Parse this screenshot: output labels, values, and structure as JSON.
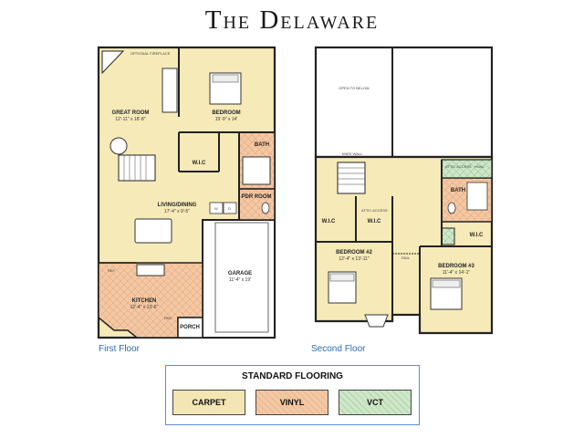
{
  "title": "The Delaware",
  "first_floor": {
    "caption": "First Floor",
    "rooms": {
      "great_room": {
        "name": "GREAT ROOM",
        "dims": "12'-11\" x 18'-8\""
      },
      "bedroom": {
        "name": "BEDROOM",
        "dims": "15'-9\" x 14'"
      },
      "wic": {
        "name": "W.I.C"
      },
      "bath": {
        "name": "BATH"
      },
      "living_dining": {
        "name": "LIVING/DINING",
        "dims": "17'-4\" x 9'-5\""
      },
      "pdr_room": {
        "name": "PDR ROOM"
      },
      "garage": {
        "name": "GARAGE",
        "dims": "11'-4\" x 19'"
      },
      "kitchen": {
        "name": "KITCHEN",
        "dims": "12'-4\" x 13'-6\""
      },
      "porch": {
        "name": "PORCH"
      }
    },
    "notes": {
      "fireplace": "OPTIONAL FIREPLACE",
      "ref": "REF",
      "pan": "PAN",
      "w": "W",
      "d": "D"
    }
  },
  "second_floor": {
    "caption": "Second Floor",
    "rooms": {
      "open_to_below": {
        "name": "OPEN TO BELOW"
      },
      "bath": {
        "name": "BATH"
      },
      "wic_left": {
        "name": "W.I.C"
      },
      "wic_mid": {
        "name": "W.I.C"
      },
      "wic_right": {
        "name": "W.I.C"
      },
      "bedroom2": {
        "name": "BEDROOM #2",
        "dims": "12'-4\" x 13'-11\""
      },
      "bedroom3": {
        "name": "BEDROOM #3",
        "dims": "11'-4\" x 14'-1\""
      }
    },
    "notes": {
      "knee_wall": "KNEE WALL",
      "attic_access_1": "ATTIC ACCESS",
      "attic_access_2": "ATTIC ACCESS",
      "hvac": "HVAC",
      "rail": "RAIL"
    }
  },
  "legend": {
    "title": "STANDARD FLOORING",
    "items": [
      {
        "label": "CARPET",
        "color": "#f3e6b4"
      },
      {
        "label": "VINYL",
        "color": "#f2c9a4"
      },
      {
        "label": "VCT",
        "color": "#cfe7c9"
      }
    ]
  },
  "colors": {
    "carpet": "#f6eab8",
    "vinyl": "#f3c9a4",
    "vct": "#cfe7c9",
    "wall": "#222222",
    "outline_blue": "#5a8fd0"
  }
}
